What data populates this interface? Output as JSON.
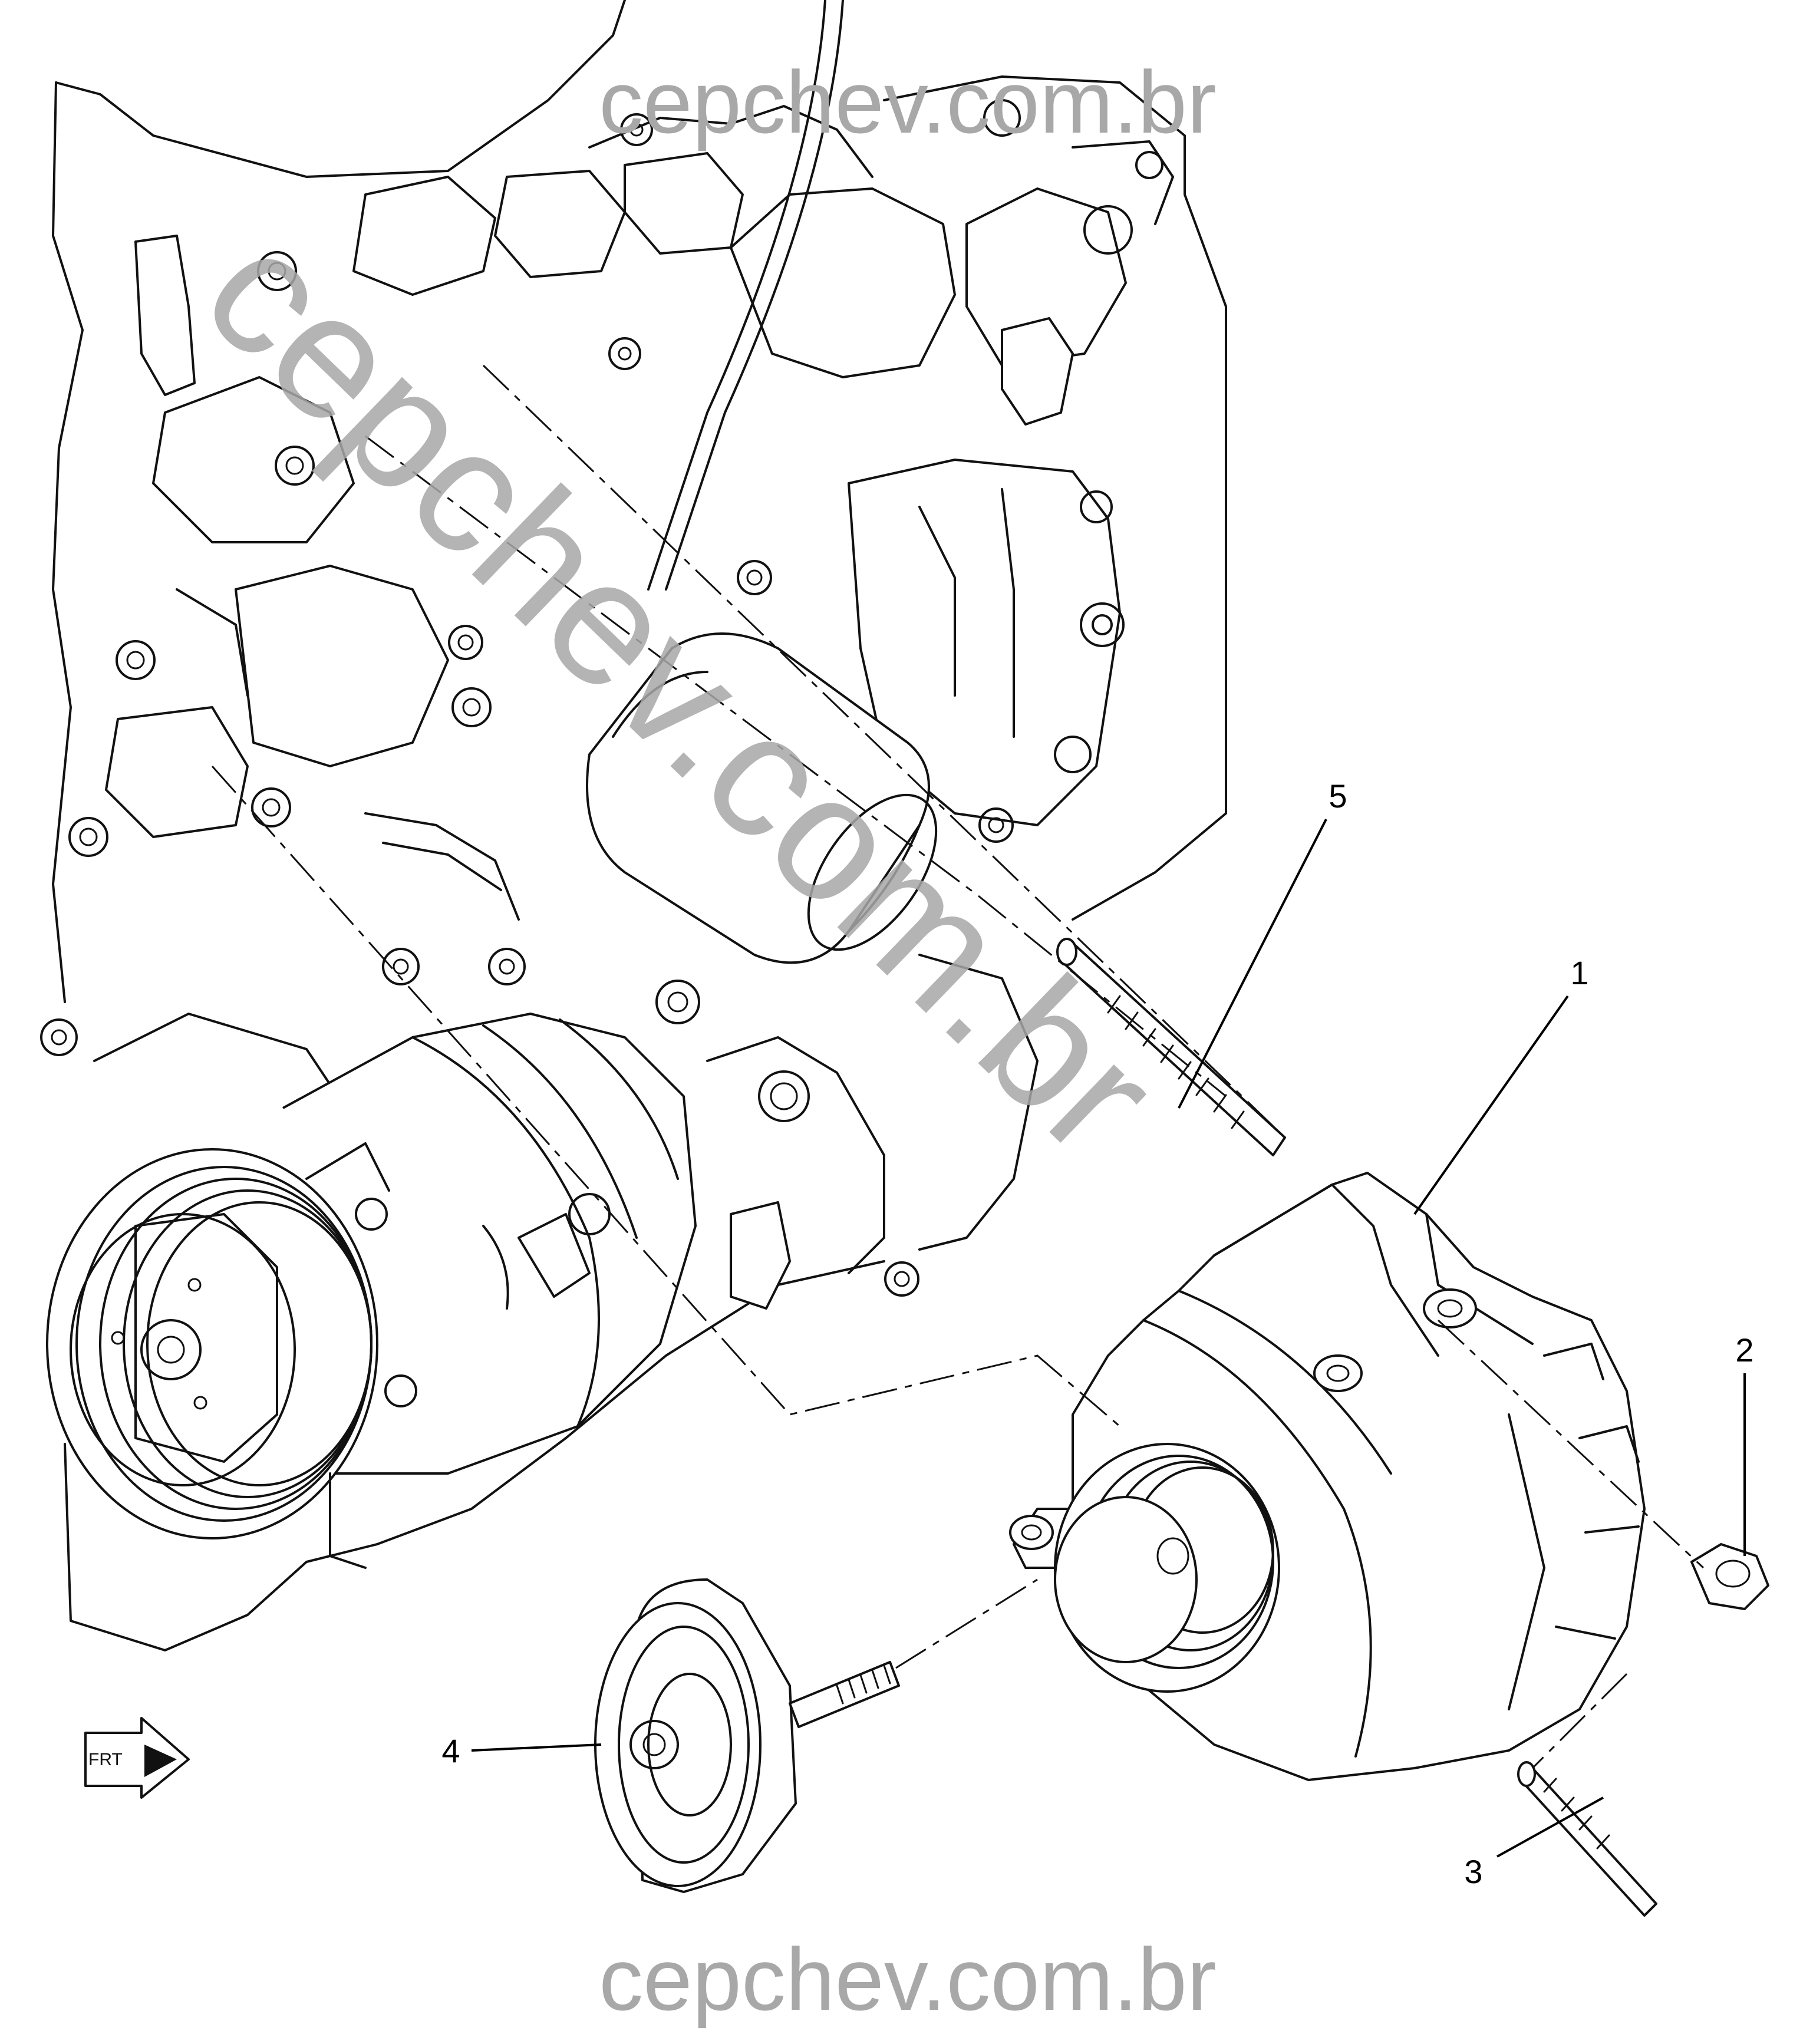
{
  "watermarks": {
    "top": "cepchev.com.br",
    "bottom": "cepchev.com.br",
    "diagonal": "cepchev.com.br"
  },
  "callouts": [
    "1",
    "2",
    "3",
    "4",
    "5"
  ],
  "direction_indicator": {
    "text": "FRT",
    "icon": "front-arrow-icon"
  },
  "colors": {
    "linework": "#111111",
    "watermark": "#a8a8a8",
    "background": "#ffffff"
  }
}
